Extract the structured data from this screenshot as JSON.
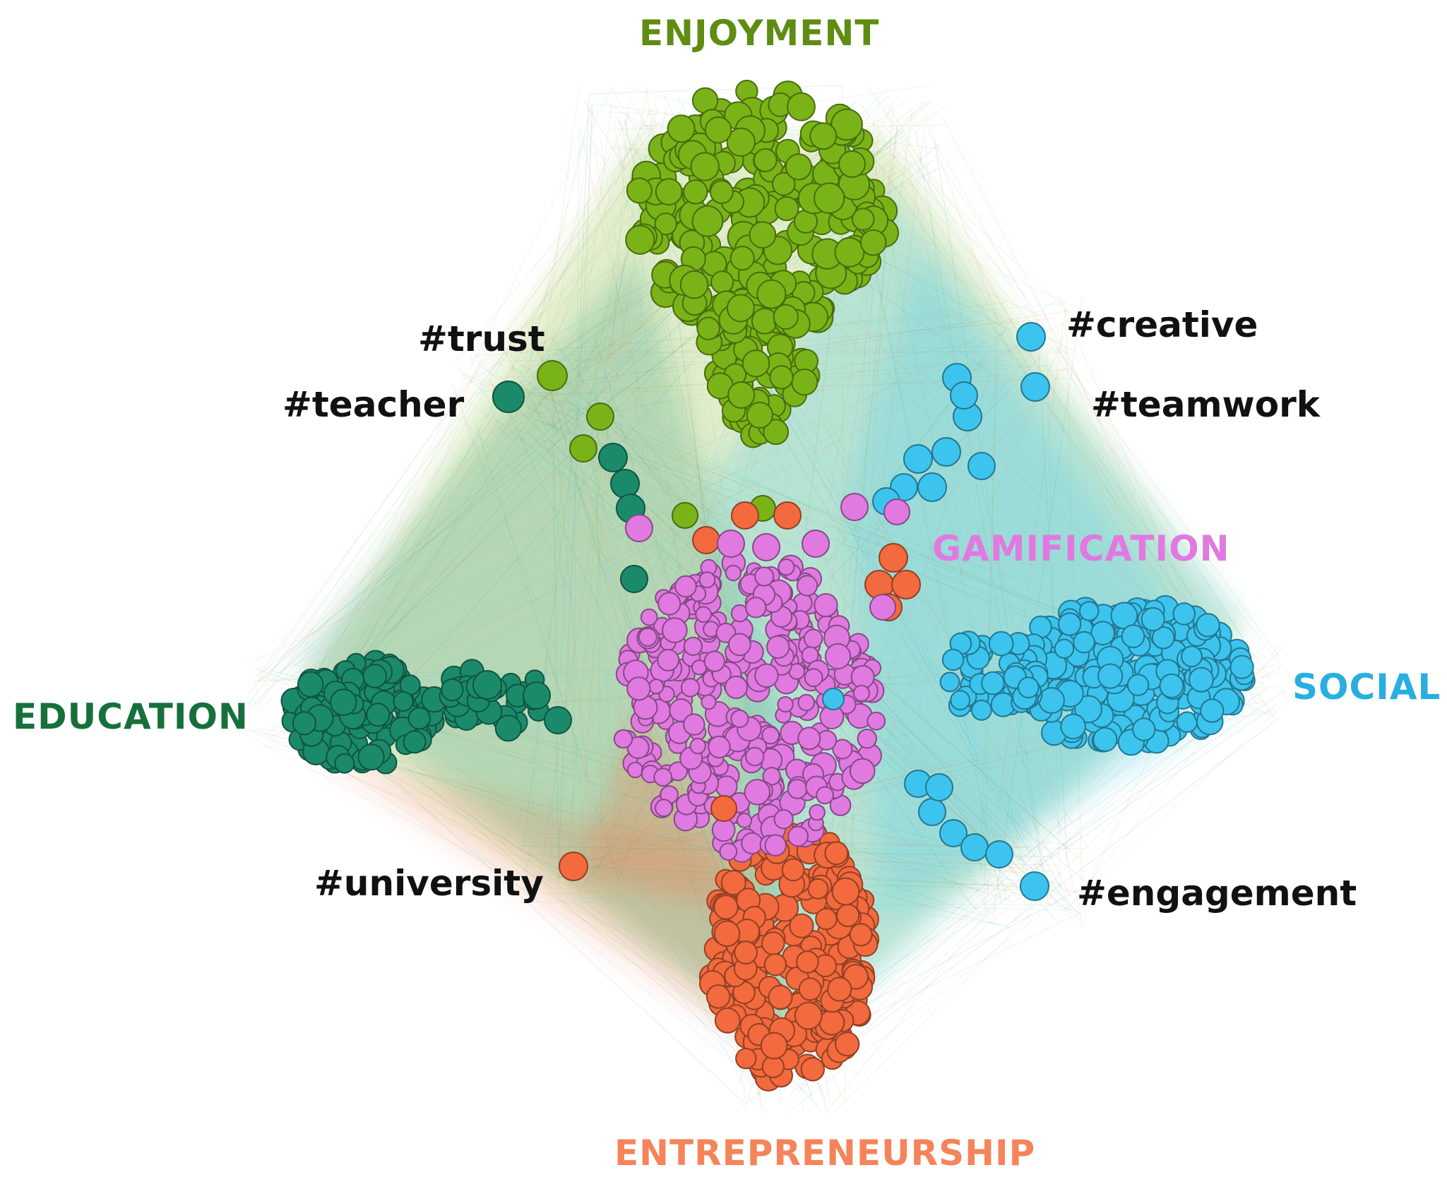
{
  "clusters": [
    {
      "key": "enjoyment",
      "label": "ENJOYMENT",
      "color": "#7ab317",
      "text_color": "#5f8c12"
    },
    {
      "key": "education",
      "label": "EDUCATION",
      "color": "#1b8a6b",
      "text_color": "#17703c"
    },
    {
      "key": "social",
      "label": "SOCIAL",
      "color": "#3cc4ee",
      "text_color": "#29aee0"
    },
    {
      "key": "gamification",
      "label": "GAMIFICATION",
      "color": "#e07ae0",
      "text_color": "#e07ae0"
    },
    {
      "key": "entrepreneurship",
      "label": "ENTREPRENEURSHIP",
      "color": "#f26a3d",
      "text_color": "#f5845a"
    }
  ],
  "hashtags": [
    {
      "label": "#trust",
      "cluster": "enjoyment"
    },
    {
      "label": "#teacher",
      "cluster": "education"
    },
    {
      "label": "#creative",
      "cluster": "social"
    },
    {
      "label": "#teamwork",
      "cluster": "social"
    },
    {
      "label": "#university",
      "cluster": "entrepreneurship"
    },
    {
      "label": "#engagement",
      "cluster": "social"
    }
  ]
}
